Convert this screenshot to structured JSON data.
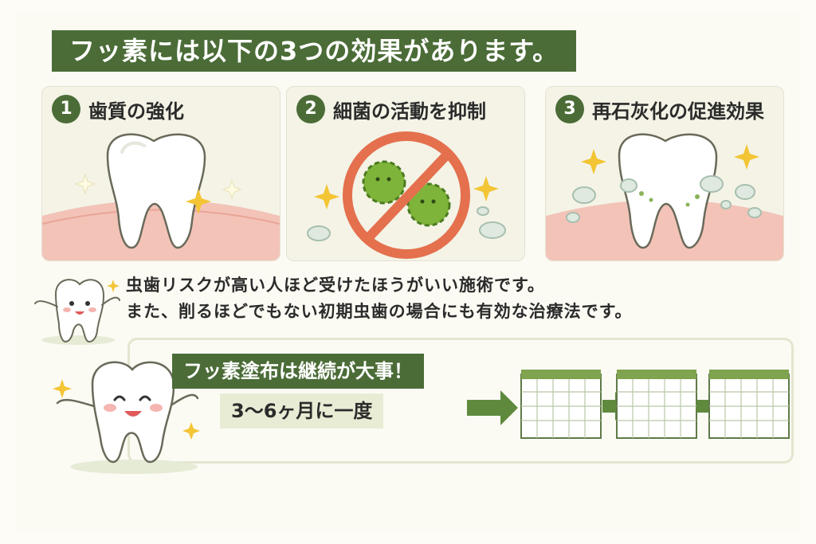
{
  "title": "フッ素には以下の3つの効果があります。",
  "cards": [
    {
      "number": "1",
      "title": "歯質の強化",
      "icon": "shining-tooth-icon"
    },
    {
      "number": "2",
      "title": "細菌の活動を抑制",
      "icon": "no-bacteria-icon"
    },
    {
      "number": "3",
      "title": "再石灰化の促進効果",
      "icon": "remineralizing-tooth-icon"
    }
  ],
  "notes": {
    "line1": "虫歯リスクが高い人ほど受けたほうがいい施術です。",
    "line2": "また、削るほどでもない初期虫歯の場合にも有効な治療法です。"
  },
  "bottom": {
    "headline": "フッ素塗布は継続が大事！",
    "frequency": "3〜6ヶ月に一度"
  },
  "colors": {
    "accent_green": "#4b6c37",
    "light_green": "#e9ecd5",
    "gum_pink": "#f1b7ad",
    "prohibition_red": "#e4704e",
    "bacteria_green": "#7fb43a",
    "sparkle_yellow": "#f3c534"
  }
}
